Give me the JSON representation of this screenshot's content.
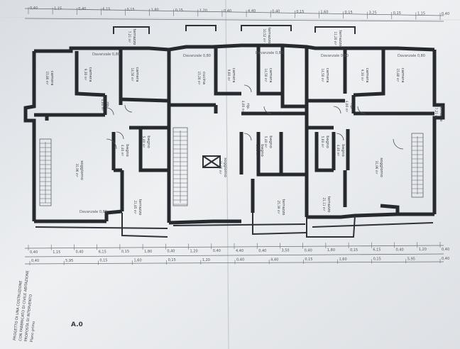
{
  "sheet": {
    "title_block_lines": [
      "PROGETTO DI UNA COSTRUZIONE",
      "CON FABBRICATO DI CIVILE ABITAZIONE",
      "PROPOSTA DI INTERVENTO",
      "Piano primo"
    ],
    "sheet_code": "A.0"
  },
  "rooms": [
    {
      "name": "camera",
      "area": "15,80 m²"
    },
    {
      "name": "camera",
      "area": "9,30 m²"
    },
    {
      "name": "camera",
      "area": "14,50 m²"
    },
    {
      "name": "cucina",
      "area": "15,20 m²"
    },
    {
      "name": "camera",
      "area": "9,60 m²"
    },
    {
      "name": "camera",
      "area": "14,50 m²"
    },
    {
      "name": "camera",
      "area": "14,50 m²"
    },
    {
      "name": "camera",
      "area": "9,30 m²"
    },
    {
      "name": "camera",
      "area": "15,80 m²"
    },
    {
      "name": "rip.",
      "area": "4,00 m²"
    },
    {
      "name": "rip.",
      "area": "4,00 m²"
    },
    {
      "name": "rip.",
      "area": "4,00 m²"
    },
    {
      "name": "bagno",
      "area": "5,40 m²"
    },
    {
      "name": "bagno",
      "area": "4,40 m²"
    },
    {
      "name": "bagno",
      "area": "5,40 m²"
    },
    {
      "name": "bagno",
      "area": "5,60 m²"
    },
    {
      "name": "bagno",
      "area": "5,60 m²"
    },
    {
      "name": "bagno",
      "area": "4,40 m²"
    },
    {
      "name": "soggiorno",
      "area": "31,96 m²"
    },
    {
      "name": "soggiorno",
      "area": "31,96 m²"
    },
    {
      "name": "soggiorno",
      "area": "31,96 m²"
    },
    {
      "name": "terrazzo",
      "area": "21,85 m²"
    },
    {
      "name": "terrazzo",
      "area": "25,39 m²"
    },
    {
      "name": "terrazzo",
      "area": "21,11 m²"
    },
    {
      "name": "terrazzo",
      "area": "7,21 m²"
    },
    {
      "name": "terrazzo",
      "area": "10,52 m²"
    },
    {
      "name": "terrazzo",
      "area": "11,20 m²"
    },
    {
      "name": "terrazzo",
      "area": "7,21 m²"
    }
  ],
  "dims_top": [
    "0,40",
    "1,15",
    "0,40",
    "6,15",
    "0,15",
    "1,80",
    "0,15",
    "1,20",
    "0,40",
    "4,40",
    "0,40",
    "0,15",
    "1,60",
    "0,15",
    "3,25",
    "0,15",
    "1,15",
    "0,40"
  ],
  "dims_bottom_1": [
    "0,40",
    "1,15",
    "0,40",
    "6,15",
    "0,15",
    "1,80",
    "0,40",
    "1,20",
    "0,40",
    "4,40",
    "0,40",
    "3,50",
    "0,40",
    "1,80",
    "0,15",
    "6,15",
    "0,40",
    "1,20",
    "0,40"
  ],
  "dims_bottom_2": [
    "0,40",
    "5,95",
    "0,15",
    "1,60",
    "0,15",
    "1,20",
    "0,40",
    "4,40",
    "0,15",
    "1,60",
    "0,15",
    "5,95",
    "0,40"
  ],
  "note_labels": [
    "Davanzale 0,80",
    "Davanzale 0,80",
    "Davanzale 0,80",
    "Davanzale 0,80",
    "Davanzale 0,80",
    "Davanzale 0,80"
  ]
}
